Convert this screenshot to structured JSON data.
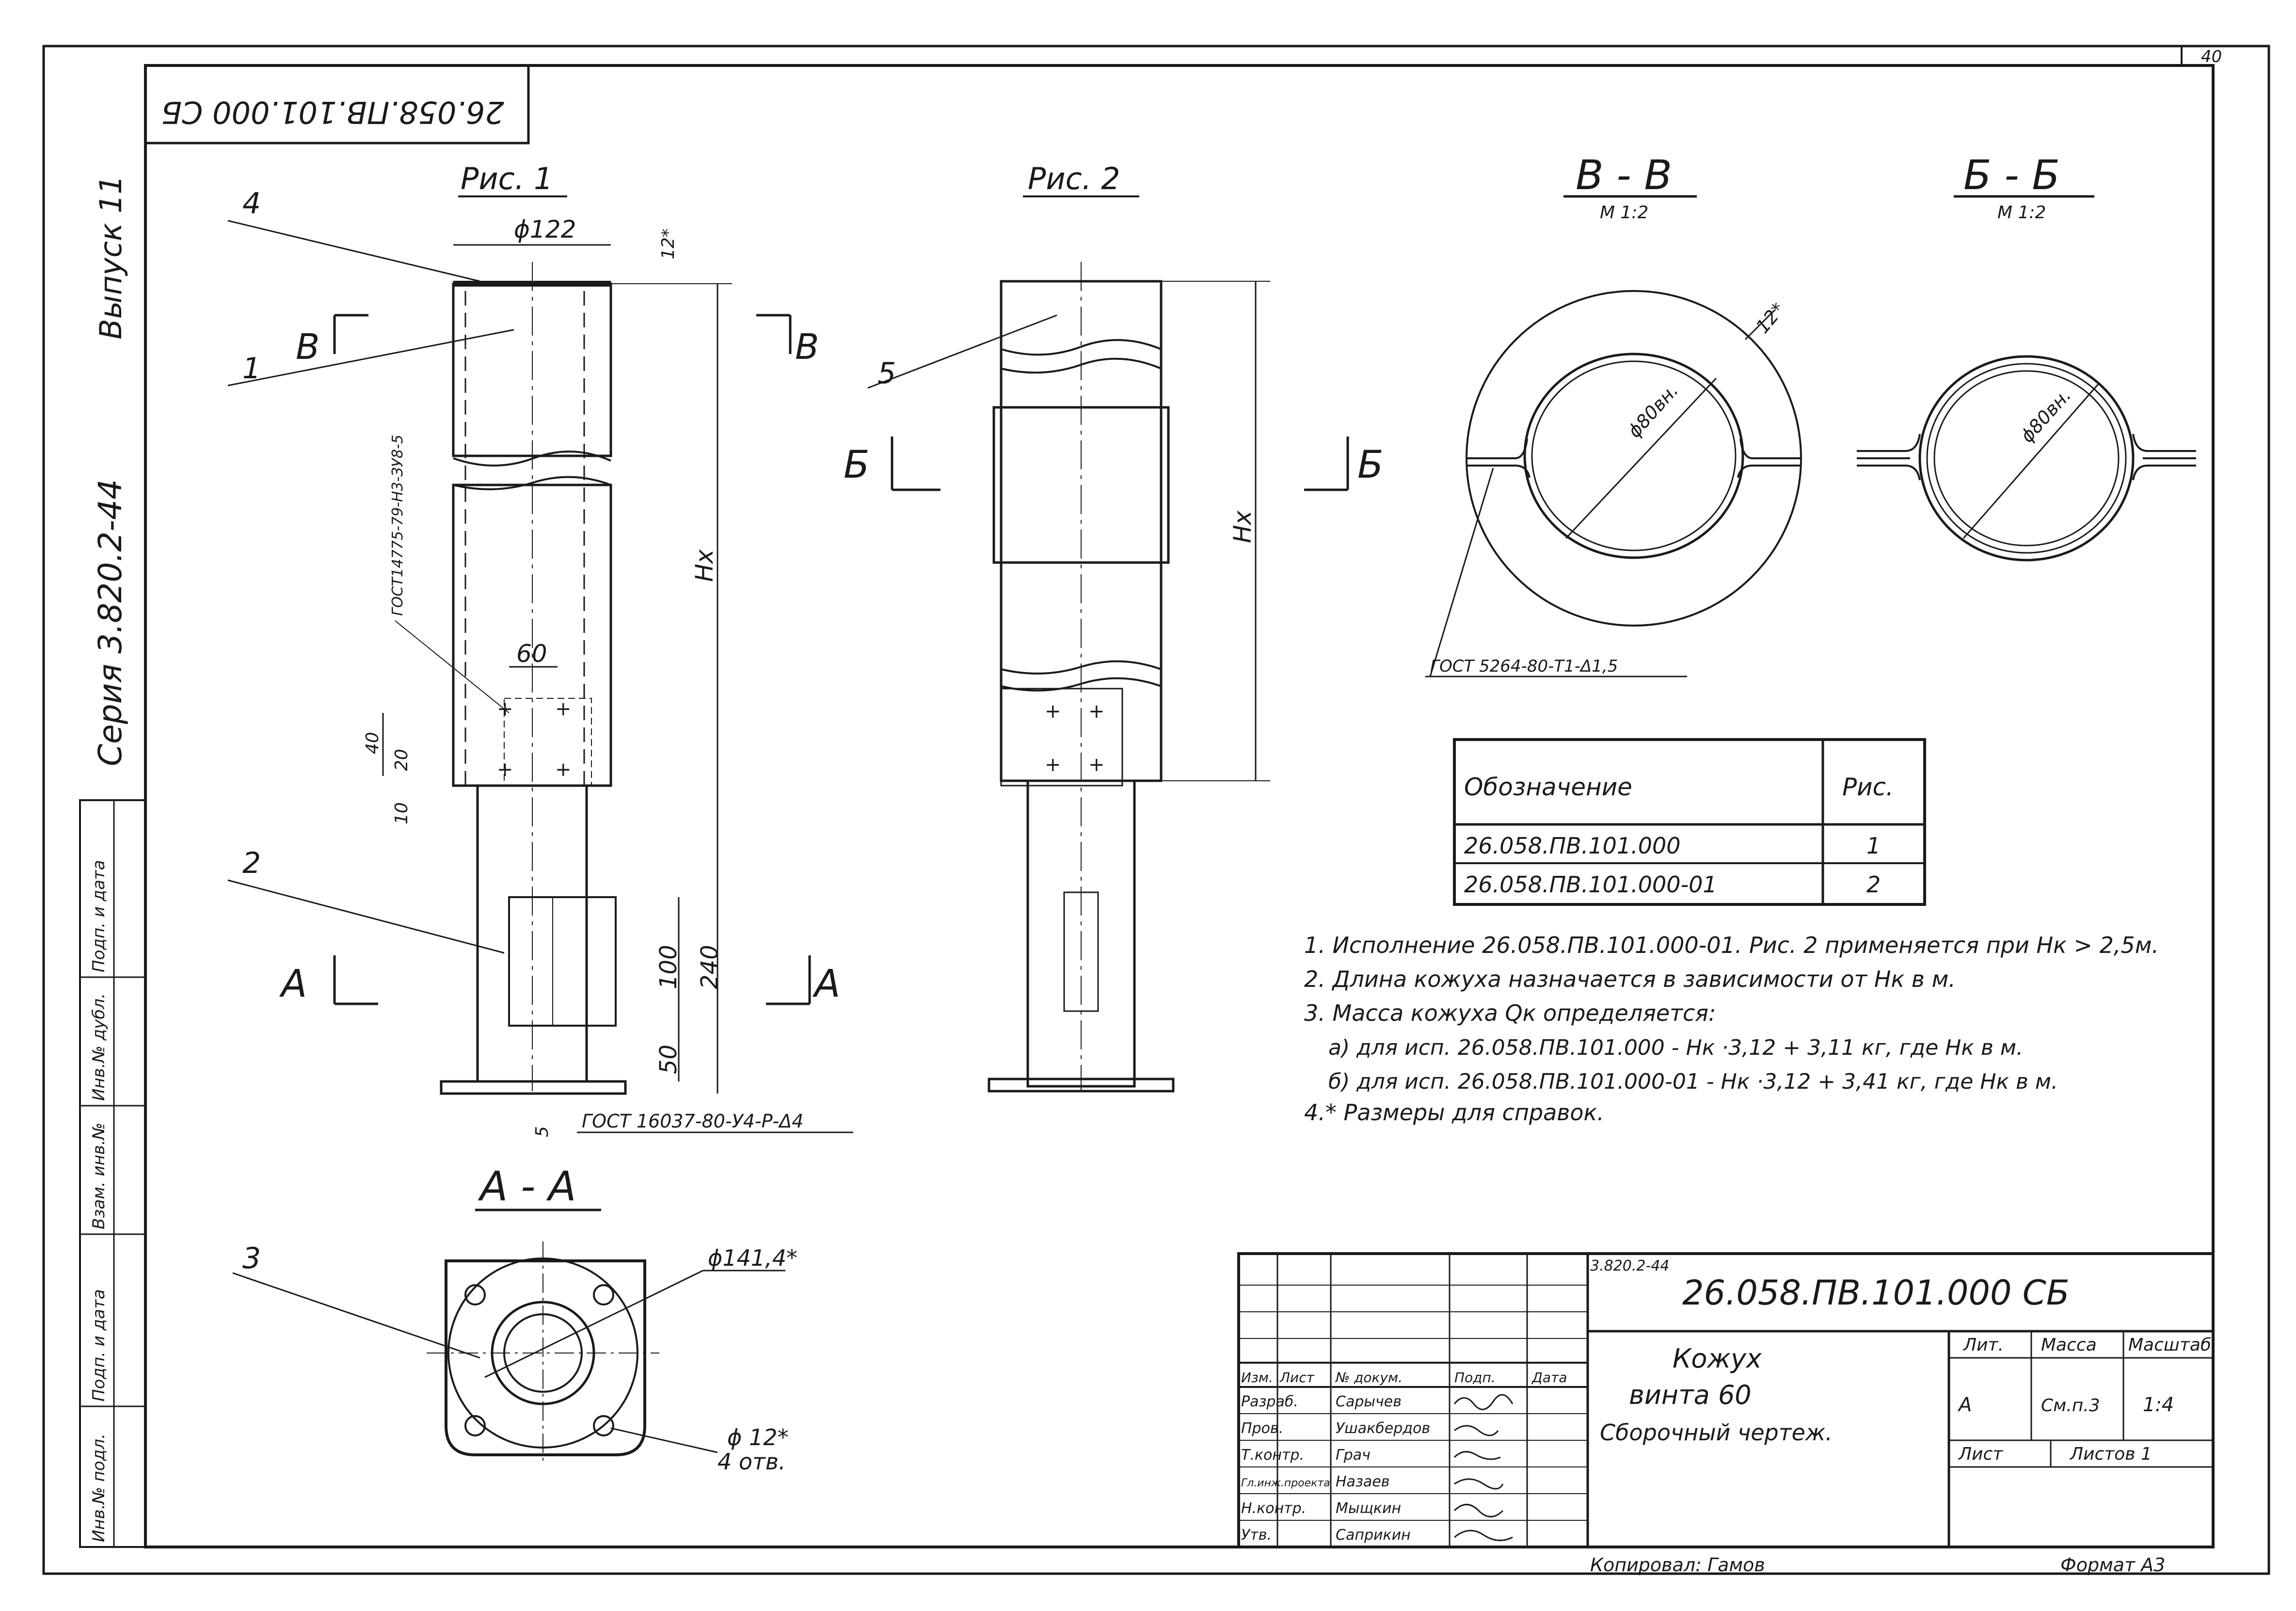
{
  "page_number": "40",
  "mirrored_code": "26.058.ПВ.101.000 СБ",
  "margin": {
    "issue": "Выпуск 11",
    "series": "Серия 3.820.2-44",
    "stamps": [
      "Инв.№ подл.",
      "Подп. и дата",
      "Взам. инв.№",
      "Инв.№ дубл.",
      "Подп. и дата"
    ]
  },
  "fig1": {
    "title": "Рис. 1",
    "dims": {
      "d122": "ϕ122",
      "d12": "12*",
      "hx": "Hx",
      "d60": "60",
      "d40": "40",
      "d20": "20",
      "d10": "10",
      "d100": "100",
      "d240": "240",
      "d50": "50",
      "d5": "5"
    },
    "weld_top": "ГОСТ14775-79-Н3-ЗУ8-5",
    "weld_bottom": "ГОСТ 16037-80-У4-Р-Δ4",
    "leaders": [
      "4",
      "1",
      "2"
    ],
    "section_b": "В",
    "section_a": "А"
  },
  "fig2": {
    "title": "Рис. 2",
    "hx": "Hx",
    "leader": "5",
    "section": "Б"
  },
  "section_aa": {
    "title": "А - А",
    "leader": "3",
    "d141": "ϕ141,4*",
    "holes": "ϕ 12*",
    "holes_count": "4 отв."
  },
  "section_vv": {
    "title": "В - В",
    "scale": "М 1:2",
    "dim": "ϕ80вн.",
    "dim2": "12*",
    "weld": "ГОСТ 5264-80-Т1-Δ1,5"
  },
  "section_bb": {
    "title": "Б - Б",
    "scale": "М 1:2",
    "dim": "ϕ80вн."
  },
  "table": {
    "headers": [
      "Обозначение",
      "Рис."
    ],
    "rows": [
      [
        "26.058.ПВ.101.000",
        "1"
      ],
      [
        "26.058.ПВ.101.000-01",
        "2"
      ]
    ]
  },
  "notes": [
    "1. Исполнение 26.058.ПВ.101.000-01. Рис. 2 применяется при Hк > 2,5м.",
    "2. Длина кожуха назначается в зависимости от Hк в м.",
    "3. Масса кожуха Qк определяется:",
    "а) для исп. 26.058.ПВ.101.000 - Hк ·3,12 + 3,11 кг, где Hк в м.",
    "б) для исп. 26.058.ПВ.101.000-01 - Hк ·3,12 + 3,41 кг, где Hк в м.",
    "4.* Размеры для справок."
  ],
  "title_block": {
    "small_code": "3.820.2-44",
    "doc_code": "26.058.ПВ.101.000 СБ",
    "name": [
      "Кожух",
      "винта 60",
      "Сборочный чертеж."
    ],
    "lit_label": "Лит.",
    "mass_label": "Масса",
    "scale_label": "Масштаб",
    "lit_value": "А",
    "mass_value": "См.п.3",
    "scale_value": "1:4",
    "sheet_label": "Лист",
    "sheets_label": "Листов 1",
    "header_row": [
      "Изм.",
      "Лист",
      "№ докум.",
      "Подп.",
      "Дата"
    ],
    "staff": [
      {
        "role": "Разраб.",
        "name": "Сарычев"
      },
      {
        "role": "Пров.",
        "name": "Ушакбердов"
      },
      {
        "role": "Т.контр.",
        "name": "Грач"
      },
      {
        "role": "Гл.инж.проекта",
        "name": "Назаев"
      },
      {
        "role": "Н.контр.",
        "name": "Мыщкин"
      },
      {
        "role": "Утв.",
        "name": "Саприкин"
      }
    ],
    "copied": "Копировал: Гамов",
    "format": "Формат А3"
  }
}
